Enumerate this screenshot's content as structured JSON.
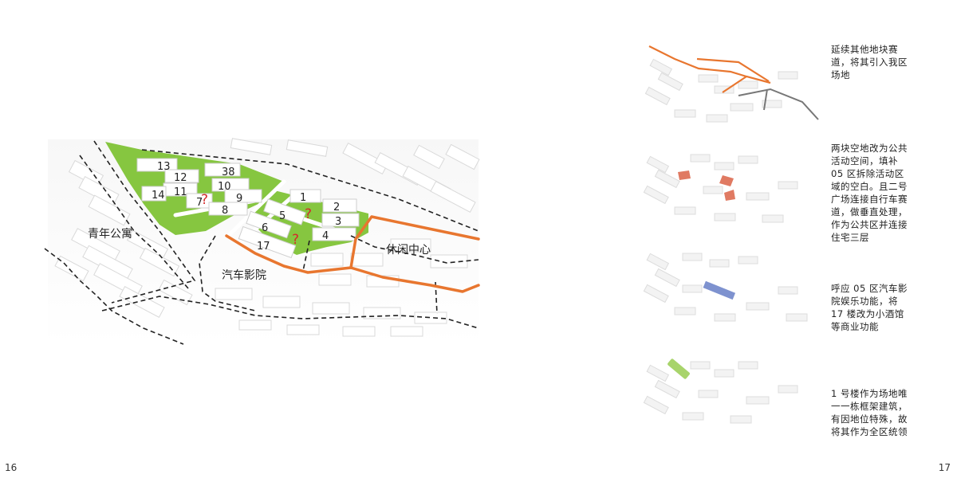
{
  "pages": {
    "left_number": "16",
    "right_number": "17"
  },
  "main_map": {
    "area_labels": [
      "青年公寓",
      "汽车影院",
      "休闲中心"
    ],
    "building_numbers": [
      "13",
      "12",
      "38",
      "11",
      "10",
      "14",
      "9",
      "7",
      "8",
      "1",
      "2",
      "5",
      "3",
      "6",
      "4",
      "17"
    ],
    "question_mark": "?"
  },
  "steps": [
    {
      "text": "延续其他地块赛\n道，将其引入我区\n场地"
    },
    {
      "text": "两块空地改为公共\n活动空间，填补\n05 区拆除活动区\n域的空白。且二号\n广场连接自行车赛\n道，做垂直处理，\n作为公共区并连接\n住宅三层"
    },
    {
      "text": "呼应 05 区汽车影\n院娱乐功能，将\n17 楼改为小酒馆\n等商业功能"
    },
    {
      "text": "1 号楼作为场地唯\n一一栋框架建筑，\n有因地位特殊，故\n将其作为全区统领"
    }
  ],
  "colors": {
    "green_space": "#86c640",
    "track_orange": "#e8762f",
    "highlight_red": "#e07a62",
    "highlight_blue": "#7e92cf",
    "highlight_green": "#a8d46b"
  }
}
